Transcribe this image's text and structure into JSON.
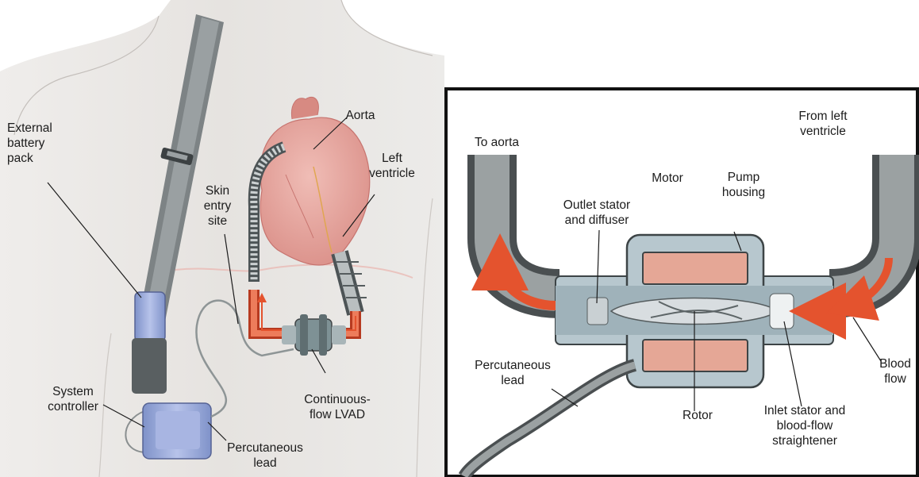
{
  "left_panel": {
    "labels": {
      "aorta": "Aorta",
      "left_ventricle": "Left\nventricle",
      "external_battery_pack": "External\nbattery\npack",
      "skin_entry_site": "Skin\nentry\nsite",
      "system_controller": "System\ncontroller",
      "continuous_flow_lvad": "Continuous-\nflow LVAD",
      "percutaneous_lead": "Percutaneous\nlead"
    }
  },
  "right_panel": {
    "labels": {
      "to_aorta": "To aorta",
      "from_left_ventricle": "From left\nventricle",
      "motor": "Motor",
      "pump_housing": "Pump\nhousing",
      "outlet_stator_and_diffuser": "Outlet stator\nand diffuser",
      "percutaneous_lead": "Percutaneous\nlead",
      "rotor": "Rotor",
      "inlet_stator": "Inlet stator and\nblood-flow\nstraightener",
      "blood_flow": "Blood\nflow"
    }
  },
  "colors": {
    "skin": "#e9e6e3",
    "outline": "#c4bfbb",
    "heart": "#e6a6a0",
    "blood_arrow": "#e4532e",
    "motor": "#e5a796",
    "housing": "#b7c7ce",
    "device_blue": "#8c9ed3",
    "tube_gray": "#6f7678",
    "panel_border": "#111111"
  }
}
